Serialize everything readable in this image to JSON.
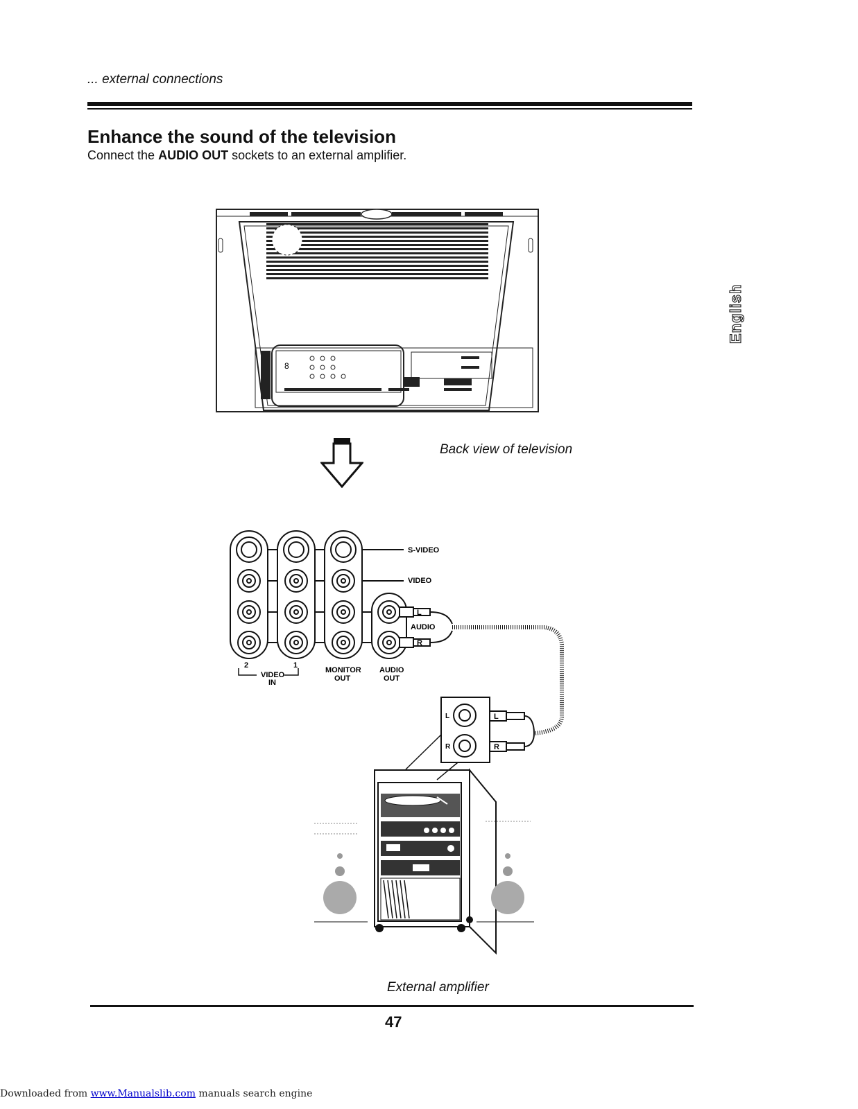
{
  "header": {
    "section": "... external connections"
  },
  "title": "Enhance the sound of the television",
  "subtitle": {
    "pre": "Connect the ",
    "bold": "AUDIO OUT",
    "post": " sockets to an external amplifier."
  },
  "side_tab": "English",
  "captions": {
    "tv_back": "Back view of television",
    "amplifier": "External amplifier"
  },
  "panel_labels": {
    "svideo": "S-VIDEO",
    "video": "VIDEO",
    "audio": "AUDIO",
    "left": "L",
    "right": "R",
    "input_2": "2",
    "input_1": "1",
    "video_in_1": "VIDEO",
    "video_in_2": "IN",
    "monitor_out_1": "MONITOR",
    "monitor_out_2": "OUT",
    "audio_out_1": "AUDIO",
    "audio_out_2": "OUT"
  },
  "amp_labels": {
    "left": "L",
    "right": "R"
  },
  "page_number": "47",
  "footer": {
    "prefix": "Downloaded from ",
    "link": "www.Manualslib.com",
    "suffix": " manuals search engine"
  }
}
